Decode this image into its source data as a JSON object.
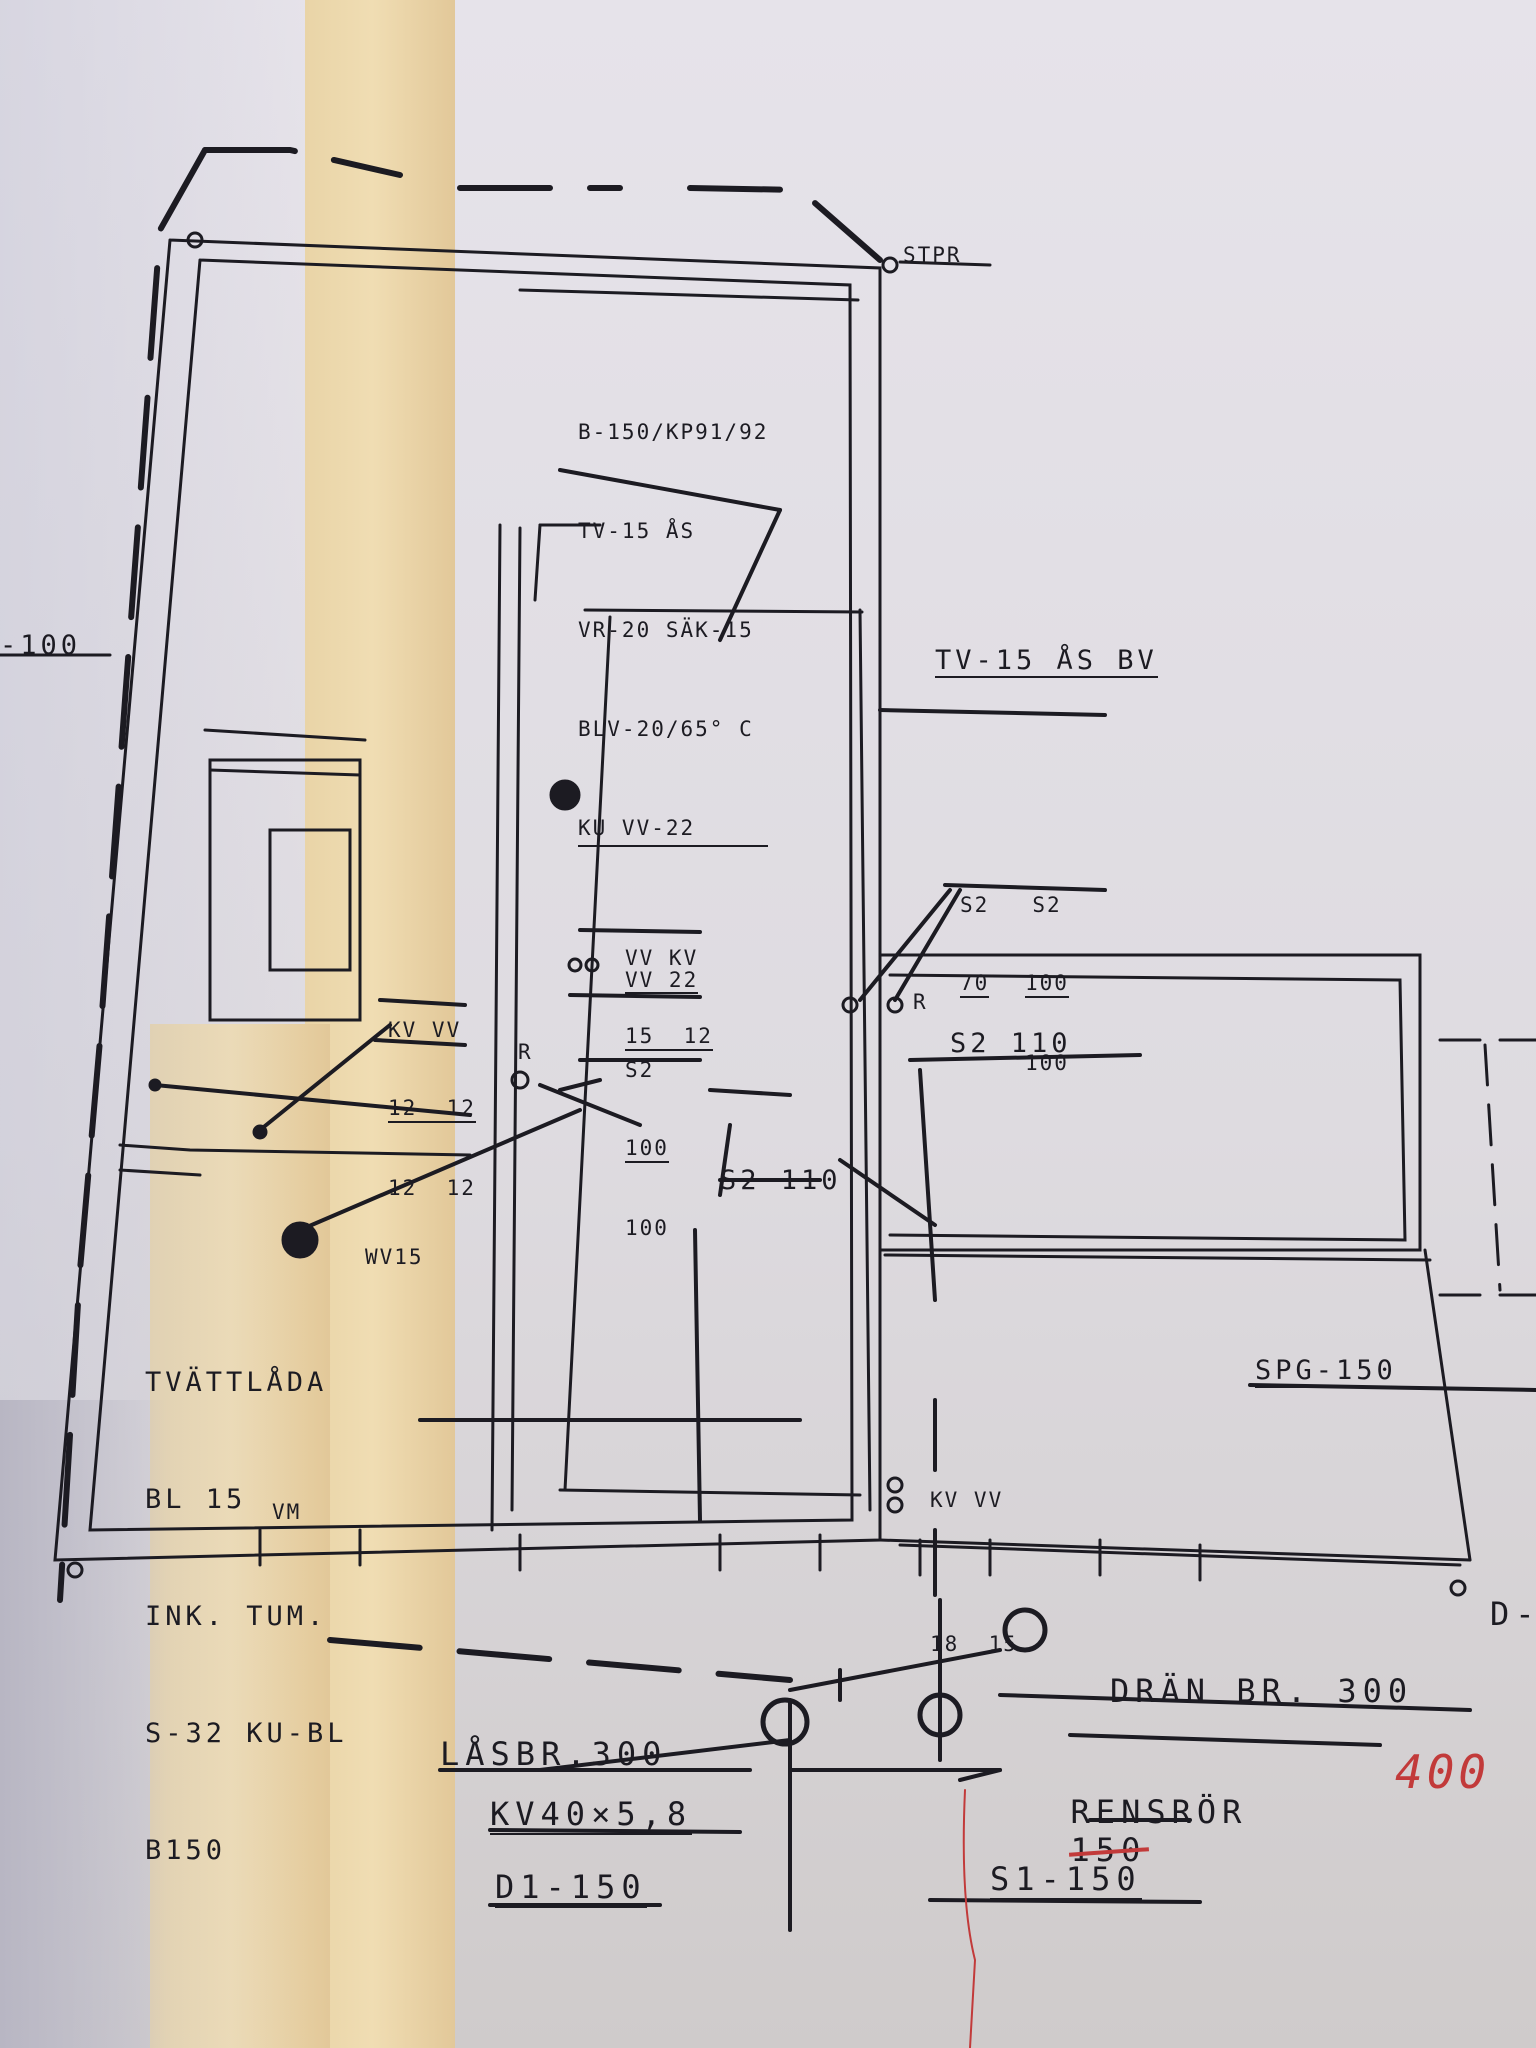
{
  "blueprint": {
    "labels": {
      "stpr": "STPR",
      "dim_left": "-100",
      "note_line1": "B-150/KP91/92",
      "note_line2": "TV-15 ÅS",
      "note_line3": "VR-20 SÄK-15",
      "note_line4": "BLV-20/65° C",
      "note_line5": "KU VV-22",
      "tv_15_as_bv": "TV-15 ÅS BV",
      "s2_70_top": "S2",
      "s2_70_bottom": "70",
      "s2_100_top": "S2",
      "s2_100_mid": "100",
      "s2_100_bottom": "100",
      "vv_kv_top": "VV KV",
      "vv_kv_bottom": "15  12",
      "vv22": "VV 22",
      "kv_vv_top": "KV VV",
      "kv_vv_mid": "12  12",
      "kv_vv_bottom": "12  12",
      "r_left": "R",
      "r_right": "R",
      "s2_center_top": "S2",
      "s2_center_mid": "100",
      "s2_center_bottom": "100",
      "s2_110_right": "S2 110",
      "s2_110_center": "S2 110",
      "wv15": "WV15",
      "tvattlada_1": "TVÄTTLÅDA",
      "tvattlada_2": "BL 15",
      "tvattlada_3": "INK. TUM.",
      "tvattlada_4": "S-32 KU-BL",
      "tvattlada_5": "B150",
      "vm": "VM",
      "spg150": "SPG-150",
      "kv_vv_18_top": "KV VV",
      "kv_vv_18_bottom": "18  15",
      "dran": "DRÄN BR. 300",
      "lasbr": "LÅSBR.300",
      "rensror_text": "RENSRÖR",
      "rensror_struck": "150",
      "rensror_new": "400",
      "kv40": "KV40×5,8",
      "d1_150": "D1-150",
      "s1_150": "S1-150",
      "d_right": "D-"
    }
  }
}
